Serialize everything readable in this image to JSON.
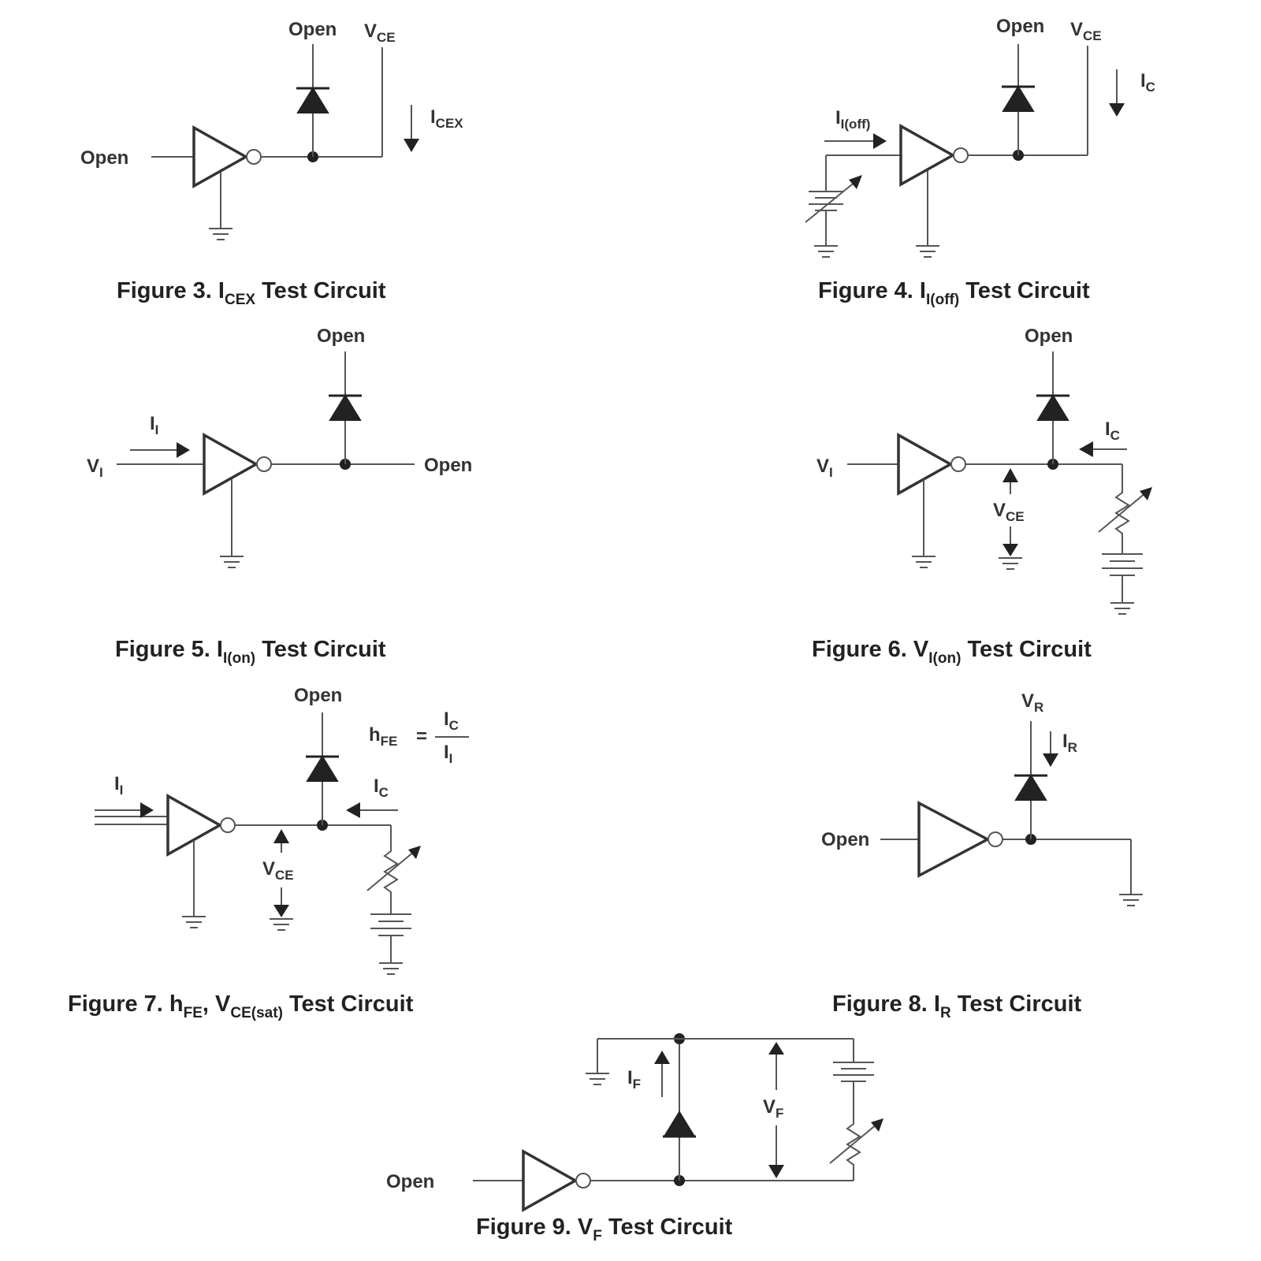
{
  "labels": {
    "open": "Open",
    "v": "V",
    "i": "I",
    "h": "h",
    "eq": "=",
    "comma": ","
  },
  "subscripts": {
    "ce": "CE",
    "cex": "CEX",
    "c": "C",
    "i": "I",
    "i_off": "I(off)",
    "i_on": "I(on)",
    "fe": "FE",
    "ce_sat": "CE(sat)",
    "r": "R",
    "f": "F"
  },
  "captions": {
    "test_circuit": "Test Circuit",
    "fig3": "Figure 3.",
    "fig4": "Figure 4.",
    "fig5": "Figure 5.",
    "fig6": "Figure 6.",
    "fig7": "Figure 7.",
    "fig8": "Figure 8.",
    "fig9": "Figure 9."
  }
}
